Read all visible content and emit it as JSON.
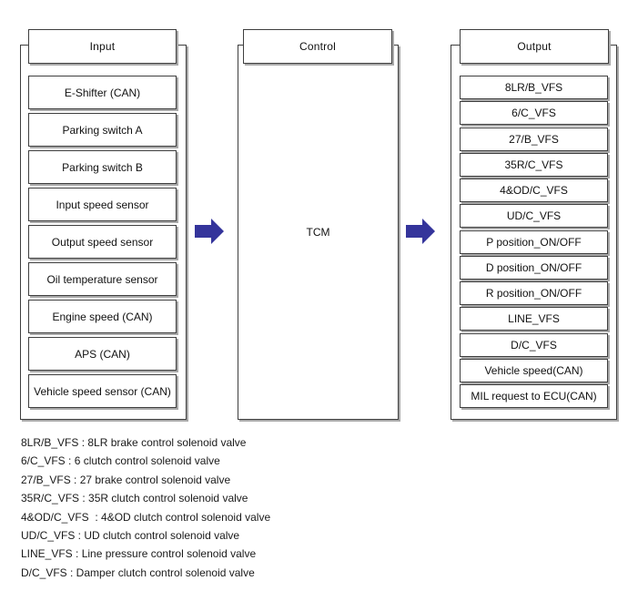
{
  "colors": {
    "arrow": "#34349B"
  },
  "columns": {
    "input": {
      "title": "Input",
      "items": [
        "E-Shifter (CAN)",
        "Parking switch A",
        "Parking switch B",
        "Input speed sensor",
        "Output speed sensor",
        "Oil temperature sensor",
        "Engine speed (CAN)",
        "APS (CAN)",
        "Vehicle speed sensor (CAN)"
      ]
    },
    "control": {
      "title": "Control",
      "label": "TCM"
    },
    "output": {
      "title": "Output",
      "items": [
        "8LR/B_VFS",
        "6/C_VFS",
        "27/B_VFS",
        "35R/C_VFS",
        "4&OD/C_VFS",
        "UD/C_VFS",
        "P position_ON/OFF",
        "D position_ON/OFF",
        "R position_ON/OFF",
        "LINE_VFS",
        "D/C_VFS",
        "Vehicle speed(CAN)",
        "MIL request to ECU(CAN)"
      ]
    }
  },
  "legend": [
    "8LR/B_VFS : 8LR brake control solenoid valve",
    "6/C_VFS : 6 clutch control solenoid valve",
    "27/B_VFS : 27 brake control solenoid valve",
    "35R/C_VFS : 35R clutch control solenoid valve",
    "4&OD/C_VFS  : 4&OD clutch control solenoid valve",
    "UD/C_VFS : UD clutch control solenoid valve",
    "LINE_VFS : Line pressure control solenoid valve",
    "D/C_VFS : Damper clutch control solenoid valve"
  ]
}
